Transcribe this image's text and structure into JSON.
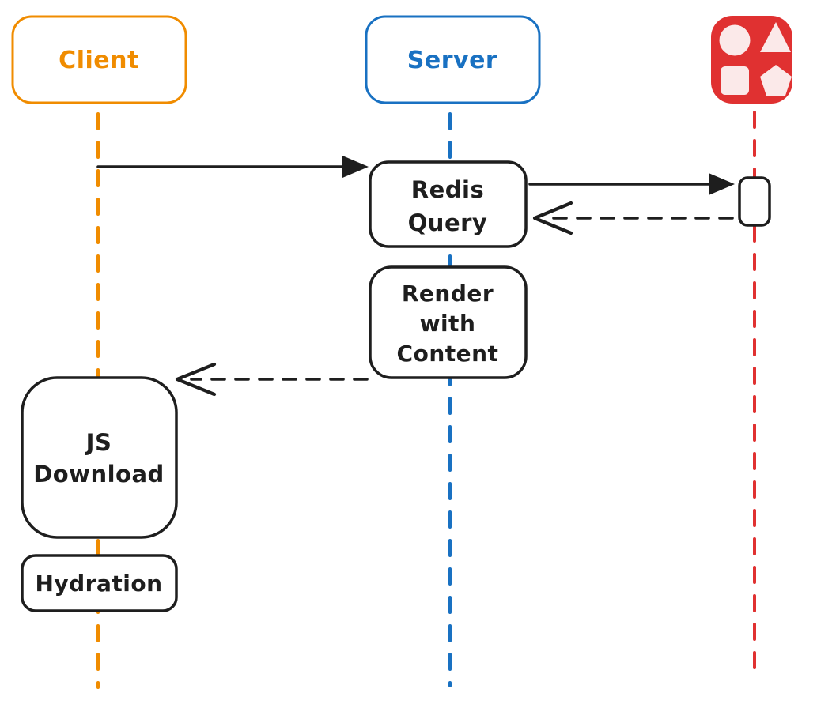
{
  "colors": {
    "client": "#f08c00",
    "server": "#1971c2",
    "redis": "#e03131",
    "ink": "#1e1e1e",
    "redis_icon_shape": "#fbe9e9",
    "background": "#ffffff"
  },
  "actors": {
    "client": {
      "label": "Client"
    },
    "server": {
      "label": "Server"
    },
    "redis": {
      "icon": "shapes-icon"
    }
  },
  "nodes": {
    "redis_query": {
      "lines": [
        "Redis",
        "Query"
      ]
    },
    "render_with_content": {
      "lines": [
        "Render",
        "with",
        "Content"
      ]
    },
    "js_download": {
      "lines": [
        "JS",
        "Download"
      ]
    },
    "hydration": {
      "lines": [
        "Hydration"
      ]
    }
  },
  "edges": [
    {
      "from": "client",
      "to": "redis_query",
      "style": "solid-arrow"
    },
    {
      "from": "redis_query",
      "to": "redis",
      "style": "solid-arrow"
    },
    {
      "from": "redis",
      "to": "redis_query",
      "style": "dashed-arrow"
    },
    {
      "from": "render_with_content",
      "to": "js_download",
      "style": "dashed-arrow"
    }
  ]
}
